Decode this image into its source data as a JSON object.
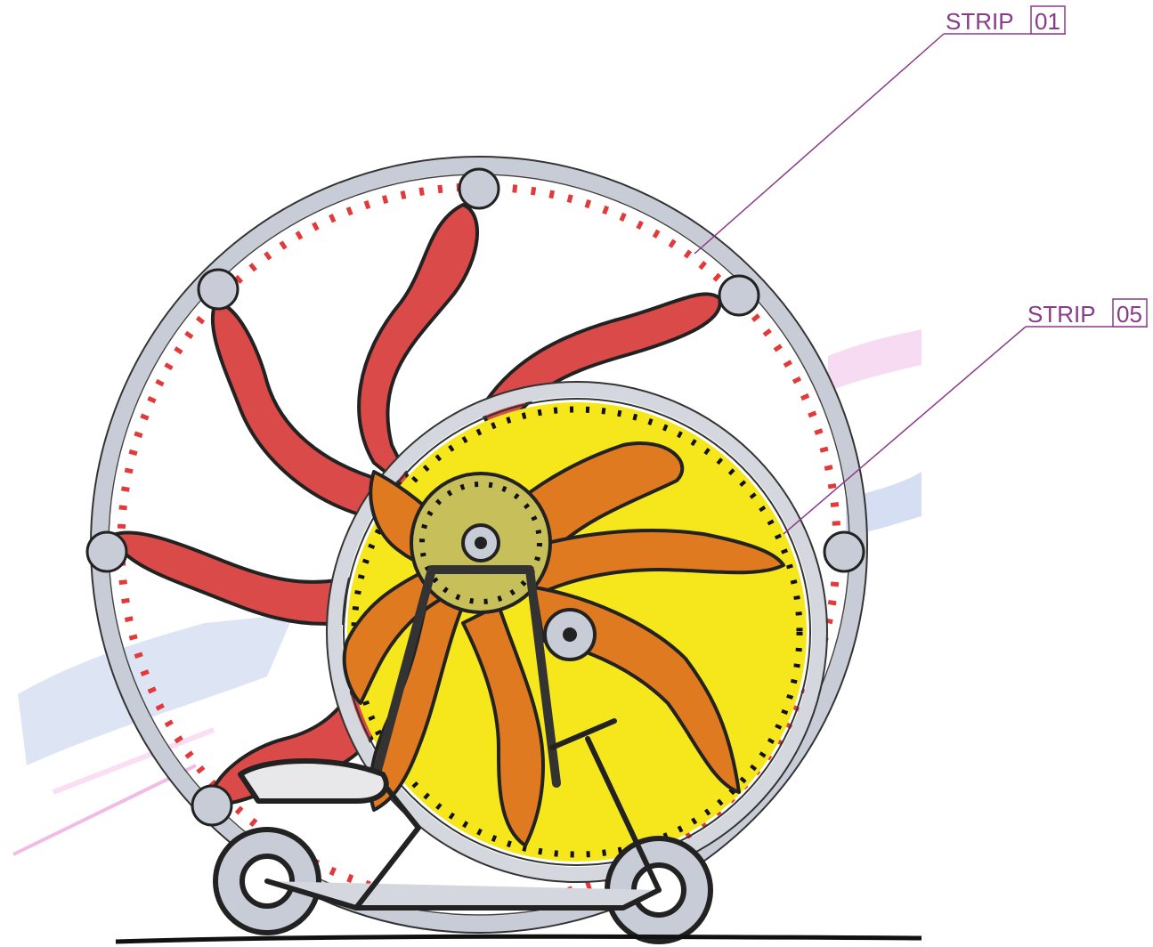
{
  "callouts": [
    {
      "id": "strip-01",
      "word": "STRIP",
      "number": "01"
    },
    {
      "id": "strip-05",
      "word": "STRIP",
      "number": "05"
    }
  ],
  "colors": {
    "callout": "#8a3a8a",
    "outer_rim": "#c8ccd6",
    "outer_arms": "#d94a48",
    "rim_dots": "#e23a3a",
    "inner_disc": "#f6e61c",
    "inner_arms": "#e07a20",
    "hub": "#c7bf5a",
    "outline": "#222222",
    "scribble_blue": "#9fb6df",
    "scribble_pink": "#e98fd8"
  }
}
